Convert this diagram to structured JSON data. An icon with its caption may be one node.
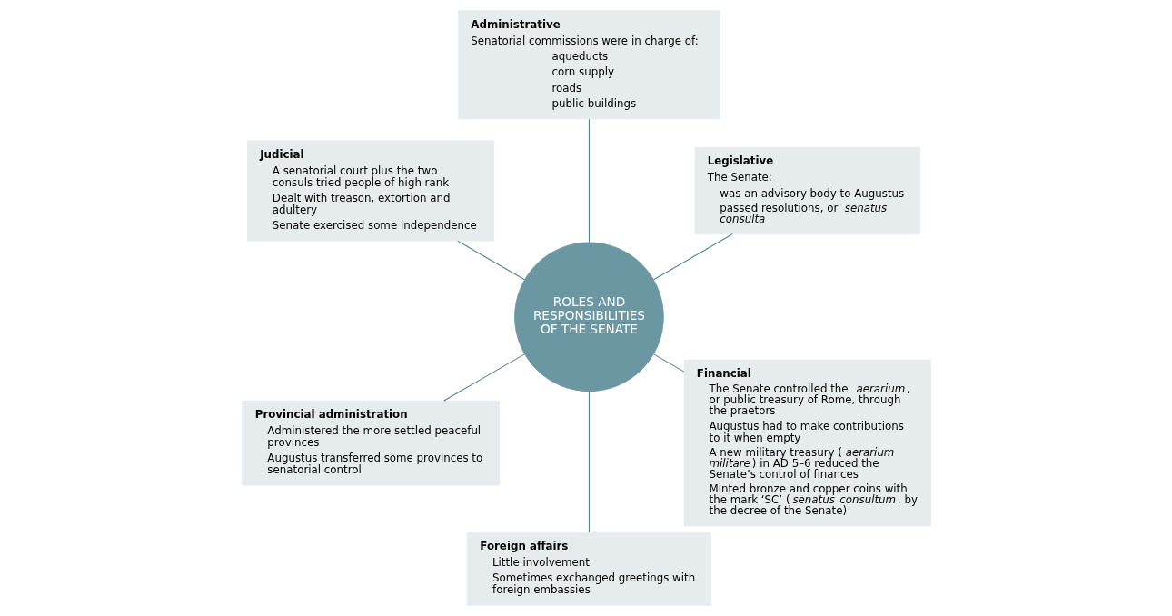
{
  "diagram": {
    "nodes": [
      {
        "text": [
          "Judicial",
          "A senatorial court plus the two consuls tried people of high rank",
          "Dealt with treason, extortion and adultery",
          "Senate exercised some independence"
        ]
      },
      {
        "text": [
          "Administrative",
          "Senatorial commissions were in charge of:",
          "aqueducts",
          "corn supply",
          "roads",
          "public buildings"
        ]
      },
      {
        "text": [
          "Legislative",
          "The Senate:",
          "was an advisory body to Augustus",
          "passed resolutions, or *senatus consulta*"
        ]
      },
      {
        "text": [
          "ROLES AND RESPONSIBILITIES OF THE SENATE"
        ]
      },
      {
        "text": [
          "Financial",
          "The Senate controlled the *aerarium*, or public treasury of Rome, through the praetors",
          "Augustus had to make contributions to it when empty",
          "A new military treasury (*aerarium militare*) in AD 5–6 reduced the Senate’s control of finances",
          "Minted bronze and copper coins with the mark ‘SC’ (*senatus consultum*, by the decree of the Senate)"
        ]
      },
      {
        "text": [
          "Provincial administration",
          "Administered the more settled peaceful provinces",
          "Augustus transferred some provinces to senatorial control"
        ]
      },
      {
        "text": [
          "Foreign affairs",
          "Little involvement",
          "Sometimes exchanged greetings with foreign embassies"
        ]
      }
    ],
    "edges": [
      {
        "from": 3,
        "to": 2,
        "arrow": "none"
      },
      {
        "from": 3,
        "to": 1,
        "arrow": "none"
      },
      {
        "from": 3,
        "to": 0,
        "arrow": "none"
      },
      {
        "from": 3,
        "to": 5,
        "arrow": "none"
      },
      {
        "from": 3,
        "to": 6,
        "arrow": "none"
      },
      {
        "from": 3,
        "to": 4,
        "arrow": "none"
      }
    ]
  }
}
